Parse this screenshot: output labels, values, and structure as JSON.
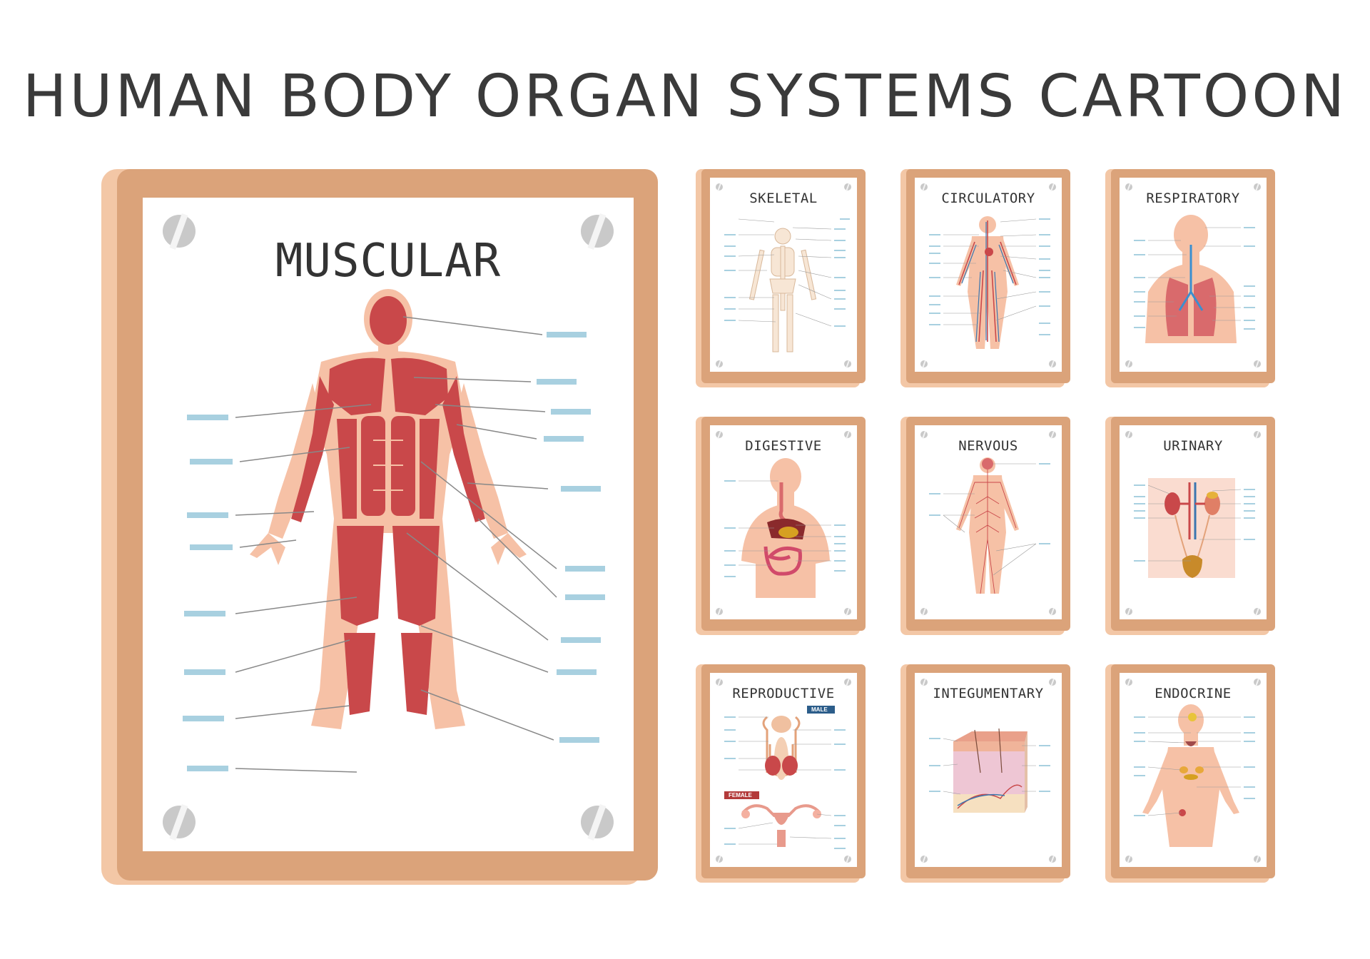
{
  "title": "HUMAN BODY ORGAN SYSTEMS CARTOON",
  "colors": {
    "frame": "#dba37a",
    "frame_shadow": "#f3c7a6",
    "muscle": "#c9484a",
    "skin": "#f6c1a6",
    "label_line": "#a8d0e0",
    "male_tag": "#2c5d8a",
    "female_tag": "#b33a3a"
  },
  "boards": {
    "muscular": {
      "label": "MUSCULAR",
      "blank_labels": 18
    },
    "skeletal": {
      "label": "SKELETAL",
      "blank_labels": 20
    },
    "circulatory": {
      "label": "CIRCULATORY",
      "blank_labels": 20
    },
    "respiratory": {
      "label": "RESPIRATORY",
      "blank_labels": 16
    },
    "digestive": {
      "label": "DIGESTIVE",
      "blank_labels": 12
    },
    "nervous": {
      "label": "NERVOUS",
      "blank_labels": 5
    },
    "urinary": {
      "label": "URINARY",
      "blank_labels": 12
    },
    "reproductive": {
      "label": "REPRODUCTIVE",
      "blank_labels": 14,
      "male_tag": "MALE",
      "female_tag": "FEMALE"
    },
    "integumentary": {
      "label": "INTEGUMENTARY",
      "blank_labels": 9
    },
    "endocrine": {
      "label": "ENDOCRINE",
      "blank_labels": 14
    }
  }
}
